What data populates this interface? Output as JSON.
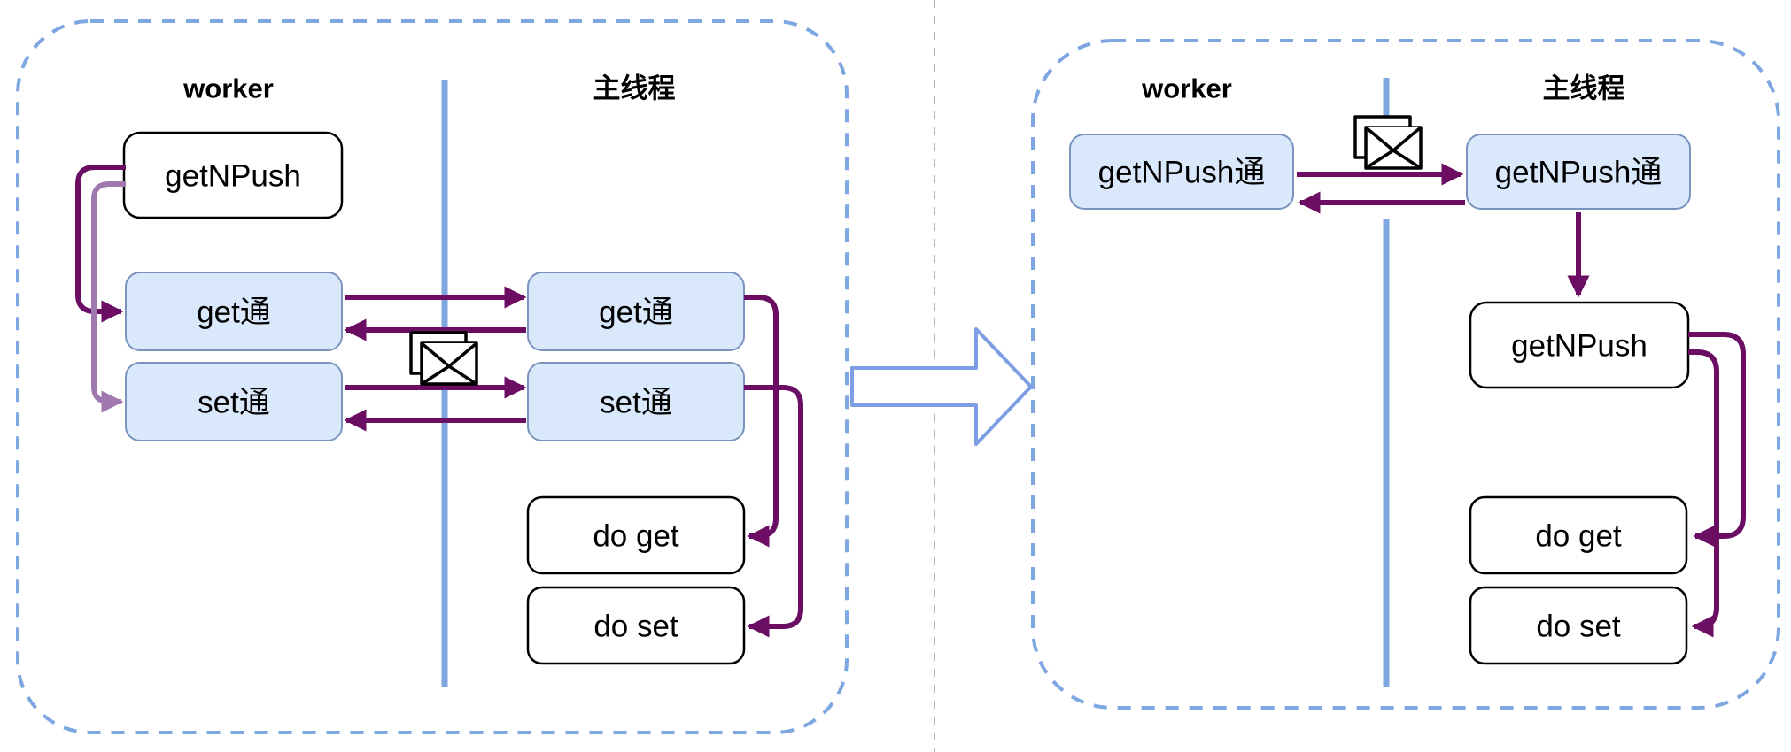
{
  "colors": {
    "panel_border_blue": "#7EA6E0",
    "divider_line_blue": "#7EA6E0",
    "page_divider_gray": "#B5B5B5",
    "node_fill_blue": "#DAE8FC",
    "node_stroke_blue": "#7A93BE",
    "arrow_dark_purple": "#6A0D63",
    "arrow_light_purple": "#9E78AE",
    "transform_arrow_blue": "#7D9EE3"
  },
  "left_panel": {
    "worker_title": "worker",
    "main_thread_title": "主线程",
    "nodes": {
      "getnpush": "getNPush",
      "get_worker": "get通",
      "set_worker": "set通",
      "get_main": "get通",
      "set_main": "set通",
      "do_get": "do get",
      "do_set": "do set"
    }
  },
  "right_panel": {
    "worker_title": "worker",
    "main_thread_title": "主线程",
    "nodes": {
      "getnpush_worker": "getNPush通",
      "getnpush_main": "getNPush通",
      "getnpush": "getNPush",
      "do_get": "do get",
      "do_set": "do set"
    }
  },
  "icons": {
    "left_envelope": "envelope-icon",
    "right_envelope": "envelope-icon",
    "transform_arrow": "big-right-arrow"
  }
}
